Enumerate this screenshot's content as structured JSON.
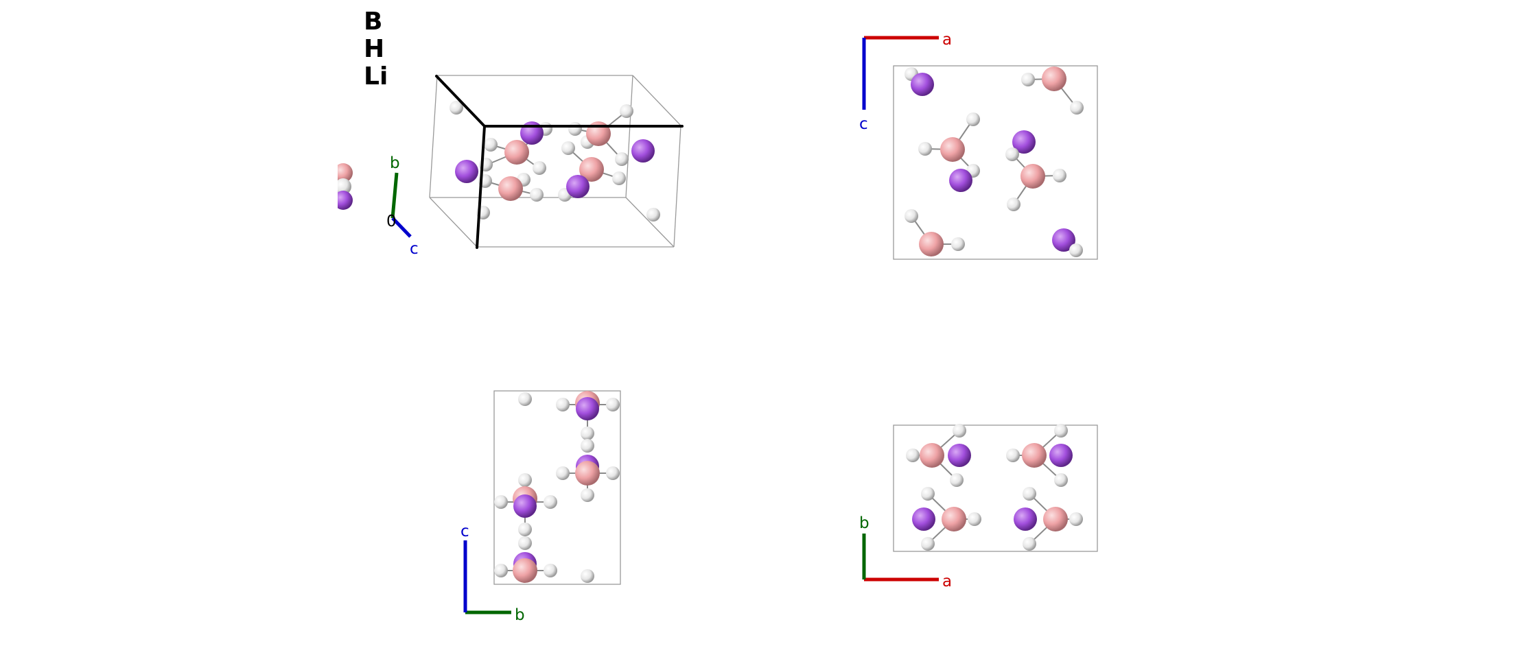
{
  "legend": {
    "entries": [
      {
        "symbol": "B",
        "color": "#f0a3a6"
      },
      {
        "symbol": "H",
        "color": "#ffffff"
      },
      {
        "symbol": "Li",
        "color": "#9c46d6"
      }
    ]
  },
  "colors": {
    "boron": "#f0a3a6",
    "hydrogen": "#eeeeee",
    "lithium": "#a64fdd",
    "axis_a": "#cc0000",
    "axis_b": "#006600",
    "axis_c": "#0000cc",
    "cell_edge": "#999999",
    "bond": "#888888",
    "thick_axis": "#000000"
  },
  "views": {
    "perspective": {
      "axis_labels": {
        "b": "b",
        "c": "c",
        "origin": "0"
      }
    },
    "top_right": {
      "axis_labels": {
        "horizontal": "a",
        "vertical": "c"
      }
    },
    "bottom_left": {
      "axis_labels": {
        "horizontal": "b",
        "vertical": "c"
      }
    },
    "bottom_right": {
      "axis_labels": {
        "horizontal": "a",
        "vertical": "b"
      }
    }
  }
}
